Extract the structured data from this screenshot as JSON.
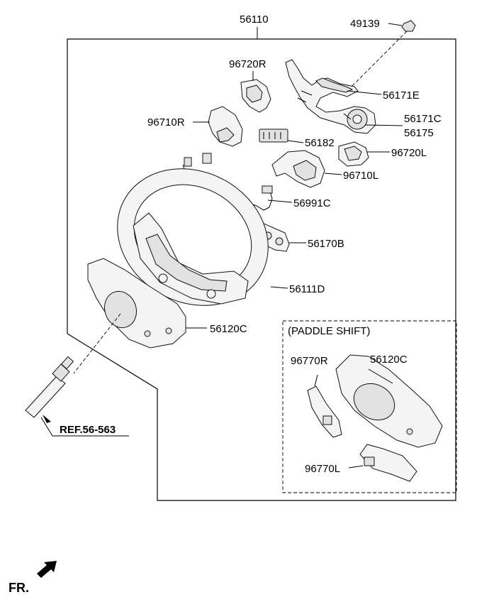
{
  "callouts": {
    "c56110": "56110",
    "c49139": "49139",
    "c96720R": "96720R",
    "c56171E": "56171E",
    "c56171C": "56171C",
    "c56175": "56175",
    "c96710R": "96710R",
    "c56182": "56182",
    "c96720L": "96720L",
    "c96710L": "96710L",
    "c56991C": "56991C",
    "c56170B": "56170B",
    "c56111D": "56111D",
    "c56120C": "56120C",
    "c96770R": "96770R",
    "c56120C_paddle": "56120C",
    "c96770L": "96770L"
  },
  "paddle_shift_title": "(PADDLE SHIFT)",
  "ref_label": "REF.56-563",
  "front_label": "FR."
}
